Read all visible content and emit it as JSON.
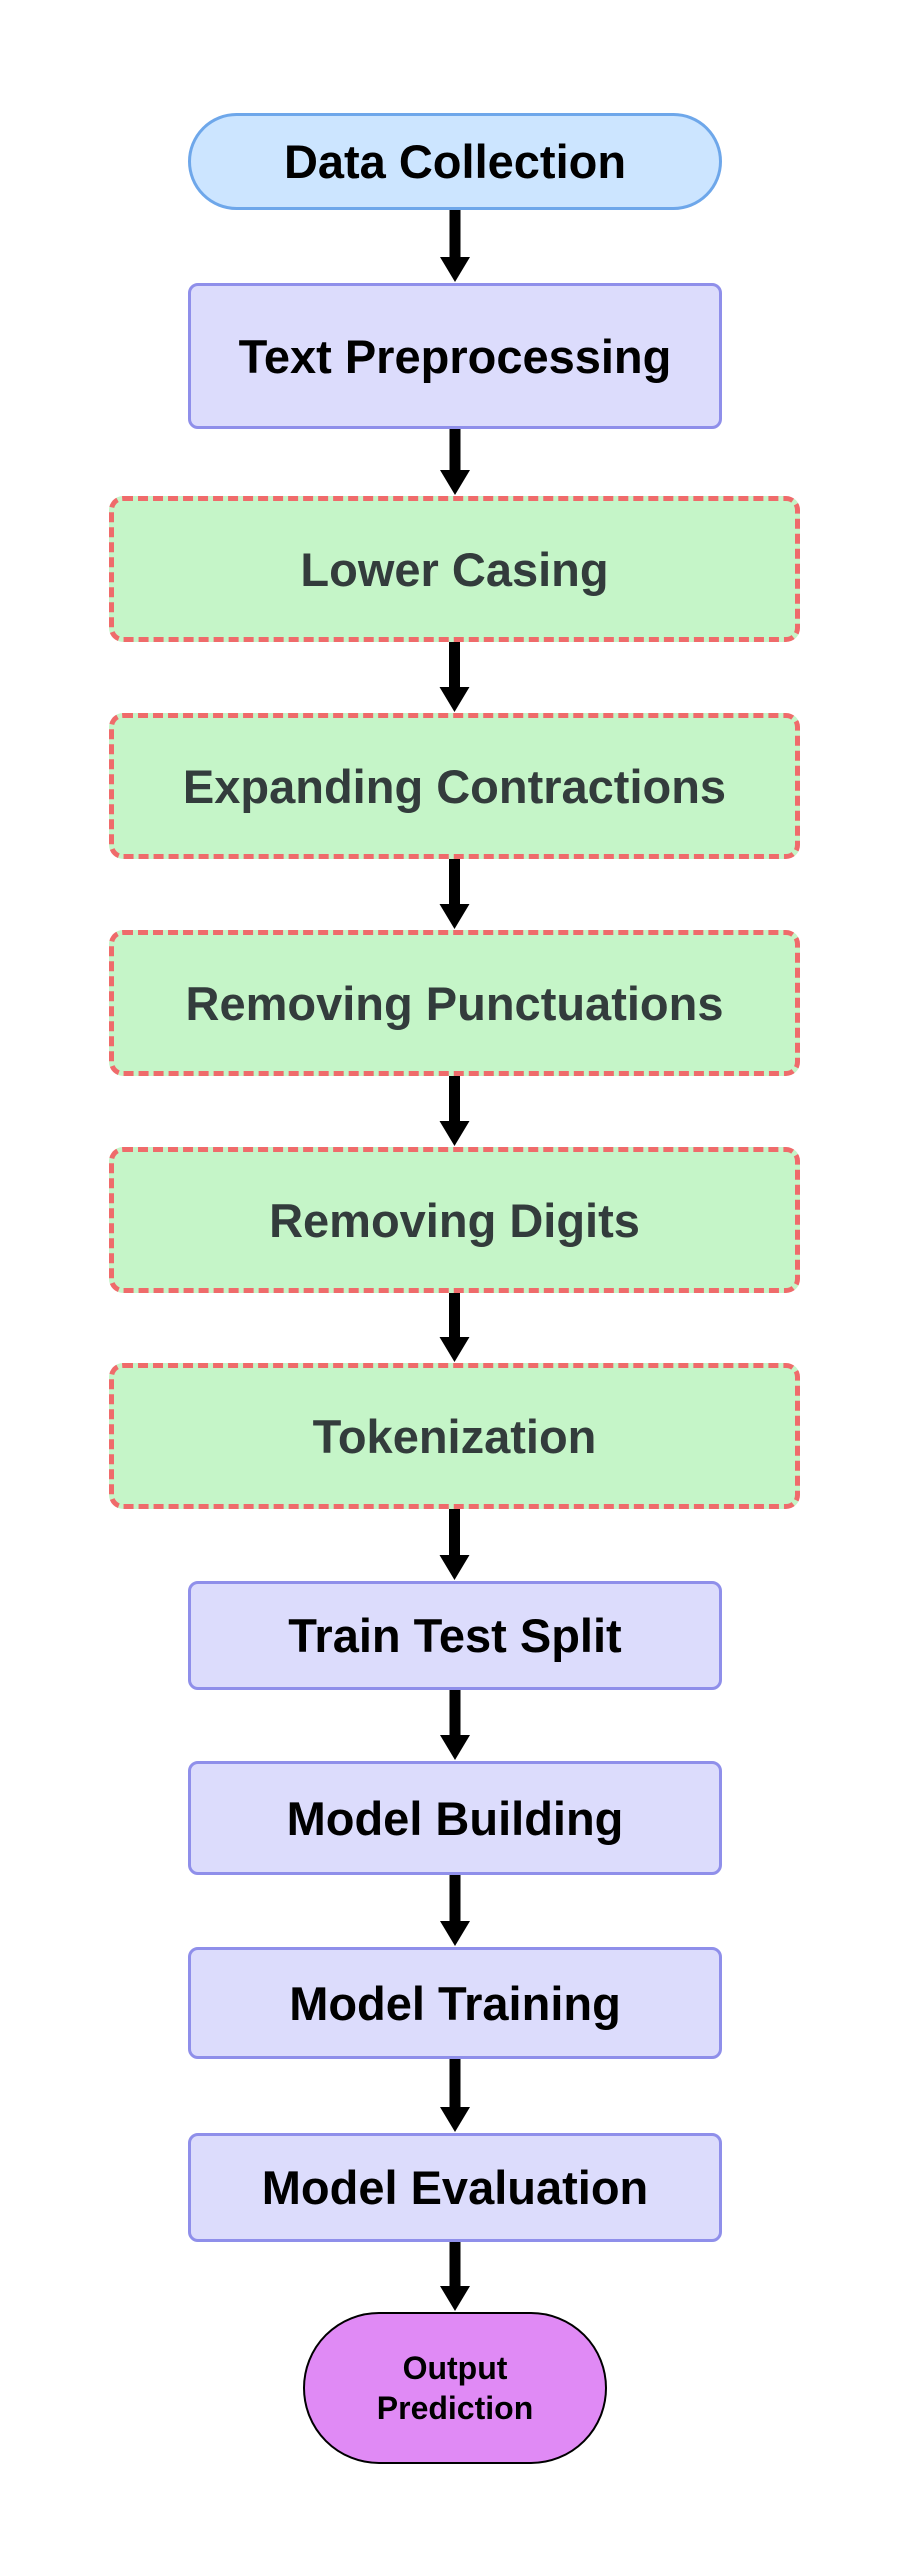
{
  "flowchart": {
    "nodes": [
      {
        "id": "data-collection",
        "label": "Data Collection",
        "kind": "start"
      },
      {
        "id": "text-preprocessing",
        "label": "Text Preprocessing",
        "kind": "process"
      },
      {
        "id": "lower-casing",
        "label": "Lower Casing",
        "kind": "substep"
      },
      {
        "id": "expanding-contractions",
        "label": "Expanding Contractions",
        "kind": "substep"
      },
      {
        "id": "removing-punctuations",
        "label": "Removing Punctuations",
        "kind": "substep"
      },
      {
        "id": "removing-digits",
        "label": "Removing Digits",
        "kind": "substep"
      },
      {
        "id": "tokenization",
        "label": "Tokenization",
        "kind": "substep"
      },
      {
        "id": "train-test-split",
        "label": "Train Test Split",
        "kind": "process"
      },
      {
        "id": "model-building",
        "label": "Model Building",
        "kind": "process"
      },
      {
        "id": "model-training",
        "label": "Model Training",
        "kind": "process"
      },
      {
        "id": "model-evaluation",
        "label": "Model Evaluation",
        "kind": "process"
      },
      {
        "id": "output-prediction",
        "label_line1": "Output",
        "label_line2": "Prediction",
        "kind": "end"
      }
    ],
    "edges": [
      {
        "from": "data-collection",
        "to": "text-preprocessing"
      },
      {
        "from": "text-preprocessing",
        "to": "lower-casing"
      },
      {
        "from": "lower-casing",
        "to": "expanding-contractions"
      },
      {
        "from": "expanding-contractions",
        "to": "removing-punctuations"
      },
      {
        "from": "removing-punctuations",
        "to": "removing-digits"
      },
      {
        "from": "removing-digits",
        "to": "tokenization"
      },
      {
        "from": "tokenization",
        "to": "train-test-split"
      },
      {
        "from": "train-test-split",
        "to": "model-building"
      },
      {
        "from": "model-building",
        "to": "model-training"
      },
      {
        "from": "model-training",
        "to": "model-evaluation"
      },
      {
        "from": "model-evaluation",
        "to": "output-prediction"
      }
    ],
    "colors": {
      "start_fill": "#cce5ff",
      "start_border": "#6ea7ea",
      "process_fill": "#dcdcfc",
      "process_border": "#8f8fea",
      "substep_fill": "#c5f5c8",
      "substep_border": "#ef6b6b",
      "end_fill": "#e08af5",
      "arrow": "#000000"
    }
  }
}
